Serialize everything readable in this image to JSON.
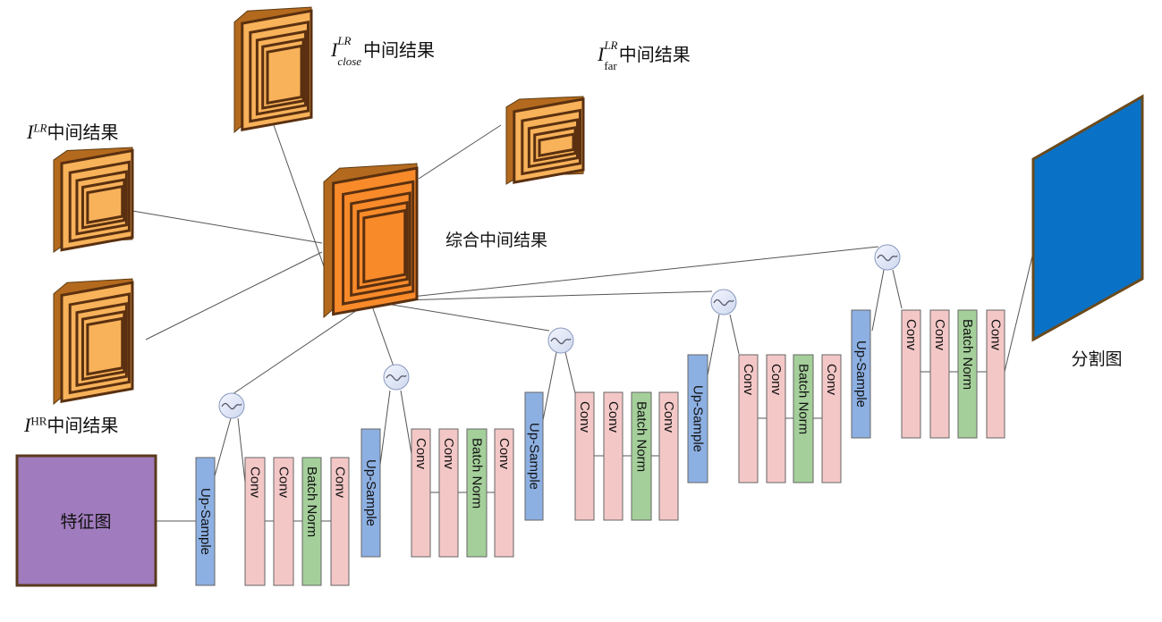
{
  "labels": {
    "feature_map": "特征图",
    "segmentation": "分割图",
    "combined": "综合中间结果",
    "lr_sup": "LR",
    "hr_sup": "HR",
    "close_sub": "close",
    "far_sub": "far",
    "intermediate": "中间结果",
    "I": "I"
  },
  "blocks": {
    "upsample": "Up-Sample",
    "conv": "Conv",
    "batchnorm": "Batch Norm"
  },
  "colors": {
    "feature_map": "#a07bbd",
    "segmentation": "#0a72c6",
    "upsample": "#8db0e3",
    "conv": "#f4c7c7",
    "batchnorm": "#a4cf9a",
    "pyramid_light": "#f8b25a",
    "pyramid_main": "#f88a2a"
  }
}
